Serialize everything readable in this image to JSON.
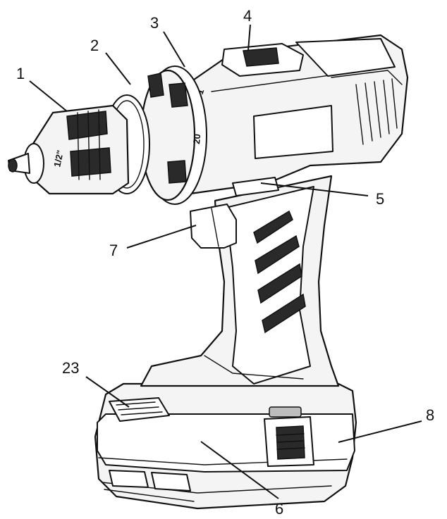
{
  "callouts": [
    {
      "id": "1",
      "text": "1"
    },
    {
      "id": "2",
      "text": "2"
    },
    {
      "id": "3",
      "text": "3"
    },
    {
      "id": "4",
      "text": "4"
    },
    {
      "id": "5",
      "text": "5"
    },
    {
      "id": "7",
      "text": "7"
    },
    {
      "id": "23",
      "text": "23"
    },
    {
      "id": "8",
      "text": "8"
    },
    {
      "id": "6",
      "text": "6"
    }
  ],
  "markings": {
    "chuck_size": "1/2\"",
    "torque_setting": "20",
    "gear_setting": "1"
  }
}
